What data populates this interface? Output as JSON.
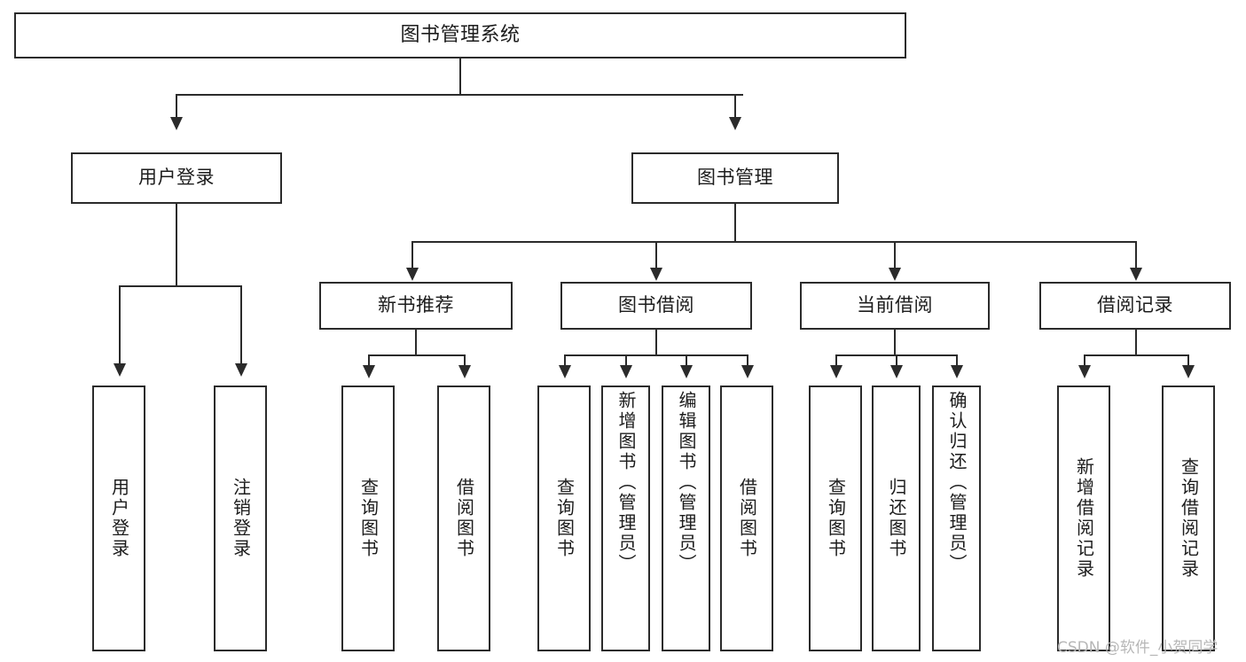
{
  "diagram": {
    "type": "tree",
    "title": "图书管理系统",
    "root": {
      "label": "图书管理系统"
    },
    "level2": [
      {
        "label": "用户登录"
      },
      {
        "label": "图书管理"
      }
    ],
    "level3": [
      {
        "label": "新书推荐"
      },
      {
        "label": "图书借阅"
      },
      {
        "label": "当前借阅"
      },
      {
        "label": "借阅记录"
      }
    ],
    "leaves": {
      "user_login": [
        {
          "label": "用户登录"
        },
        {
          "label": "注销登录"
        }
      ],
      "new_book_recommend": [
        {
          "label": "查询图书"
        },
        {
          "label": "借阅图书"
        }
      ],
      "book_borrow": [
        {
          "label": "查询图书"
        },
        {
          "label": "新增图书（管理员）"
        },
        {
          "label": "编辑图书（管理员）"
        },
        {
          "label": "借阅图书"
        }
      ],
      "current_borrow": [
        {
          "label": "查询图书"
        },
        {
          "label": "归还图书"
        },
        {
          "label": "确认归还（管理员）"
        }
      ],
      "borrow_record": [
        {
          "label": "新增借阅记录"
        },
        {
          "label": "查询借阅记录"
        }
      ]
    }
  },
  "watermark": {
    "text": "CSDN @软件_小贺同学"
  },
  "colors": {
    "stroke": "#2b2b2b",
    "fill": "#ffffff",
    "text": "#1c1c1c",
    "watermark": "#b7b7b7"
  }
}
